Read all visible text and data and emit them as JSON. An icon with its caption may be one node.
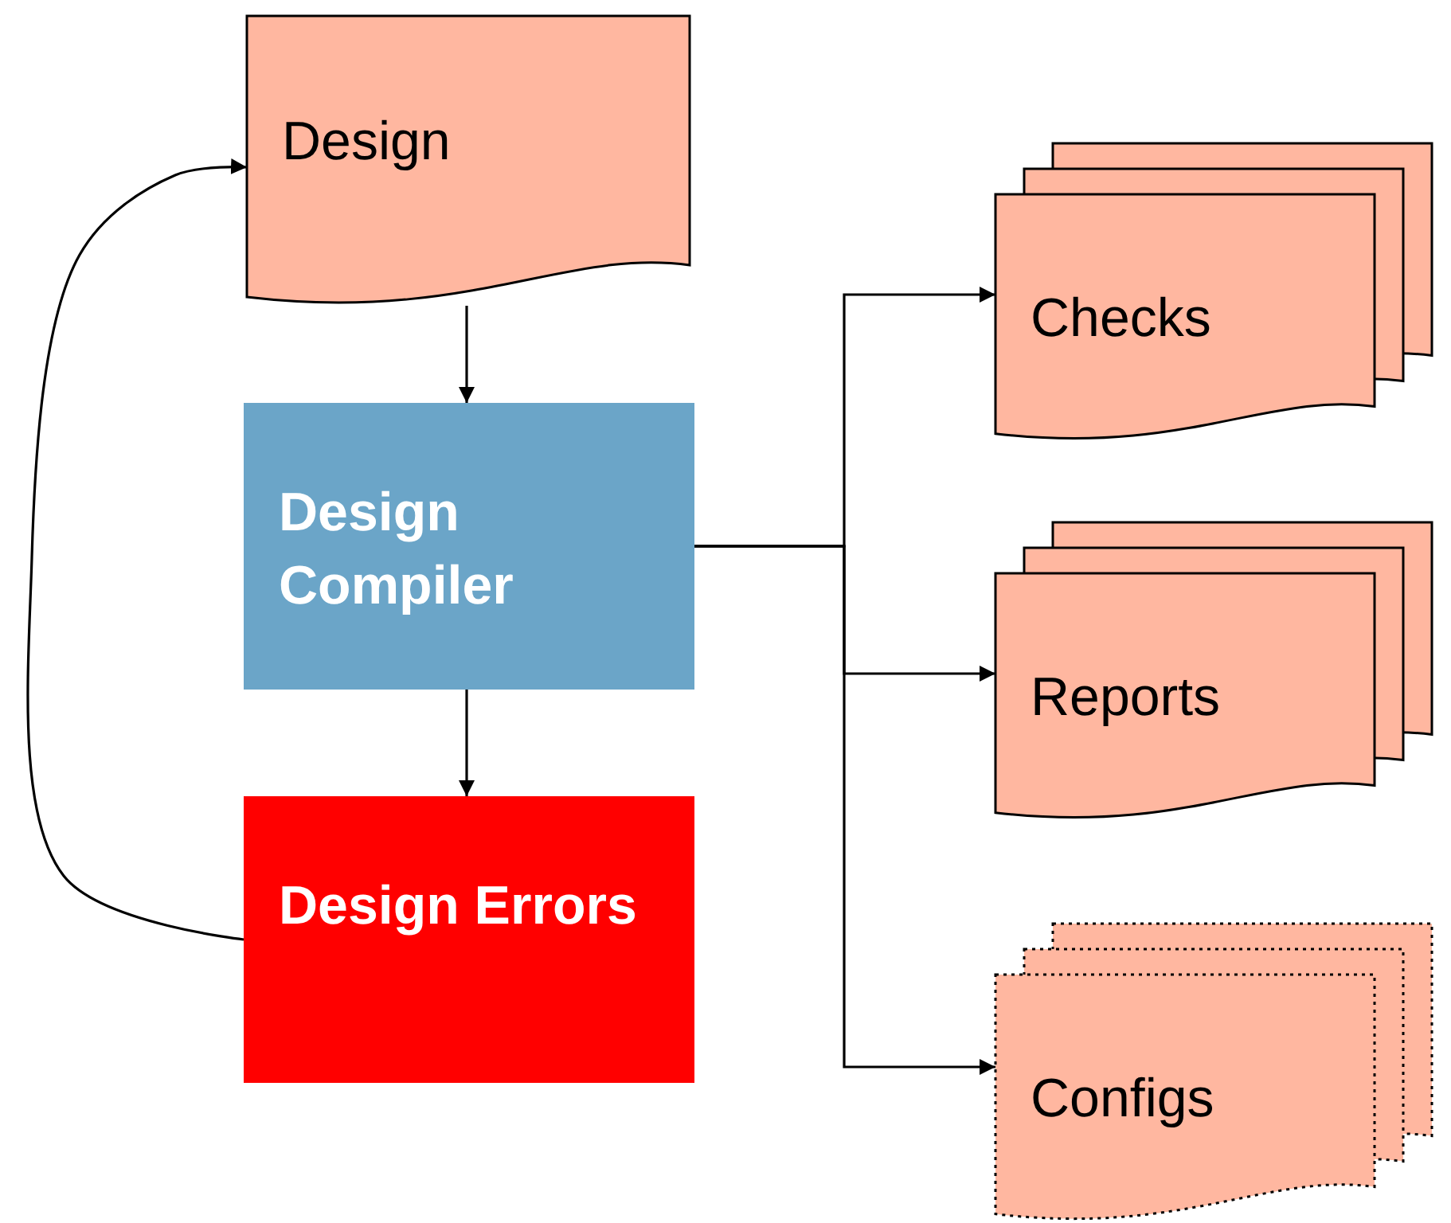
{
  "diagram": {
    "nodes": [
      {
        "text": [
          "Design"
        ]
      },
      {
        "text": [
          "Design Compiler"
        ]
      },
      {
        "text": [
          "Design Errors"
        ]
      },
      {
        "text": [
          "Checks"
        ]
      },
      {
        "text": [
          "Reports"
        ]
      },
      {
        "text": [
          "Configs"
        ]
      }
    ],
    "edges": [
      {
        "from": 0,
        "to": 1,
        "arrow": "to"
      },
      {
        "from": 1,
        "to": 2,
        "arrow": "to"
      },
      {
        "from": 2,
        "to": 0,
        "arrow": "to"
      },
      {
        "from": 1,
        "to": 3,
        "arrow": "to"
      },
      {
        "from": 1,
        "to": 4,
        "arrow": "to"
      },
      {
        "from": 1,
        "to": 5,
        "arrow": "to"
      }
    ]
  }
}
